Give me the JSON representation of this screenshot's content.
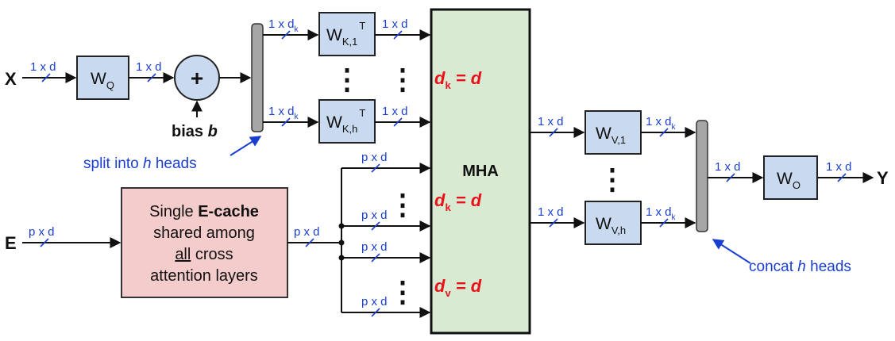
{
  "inputs": {
    "x": "X",
    "e": "E"
  },
  "output": {
    "y": "Y"
  },
  "dims": {
    "one_by_d": "1 x d",
    "one_by_dk": "1 x d",
    "dk_sub": "k",
    "p_by_d": "p x d"
  },
  "weights": {
    "w": "W",
    "q_sub": "Q",
    "k1_sub": "K,1",
    "kh_sub": "K,h",
    "v1_sub": "V,1",
    "vh_sub": "V,h",
    "o_sub": "O",
    "transpose": "T"
  },
  "adder": {
    "symbol": "+",
    "bias_text": "bias ",
    "bias_var": "b"
  },
  "annotations": {
    "split_pre": "split into ",
    "split_h": "h",
    "split_post": " heads",
    "concat_pre": "concat ",
    "concat_h": "h",
    "concat_post": " heads"
  },
  "mha": {
    "label": "MHA",
    "dk_eq_1": {
      "var": "d",
      "sub": "k",
      "rhs": " = d"
    },
    "dk_eq_2": {
      "var": "d",
      "sub": "k",
      "rhs": " = d"
    },
    "dv_eq": {
      "var": "d",
      "sub": "v",
      "rhs": " = d"
    }
  },
  "ecache": {
    "line1_pre": "Single ",
    "line1_bold": "E-cache",
    "line2": "shared among",
    "line3_ul": "all",
    "line3_post": " cross",
    "line4": "attention layers"
  },
  "ellipsis": "⋮"
}
